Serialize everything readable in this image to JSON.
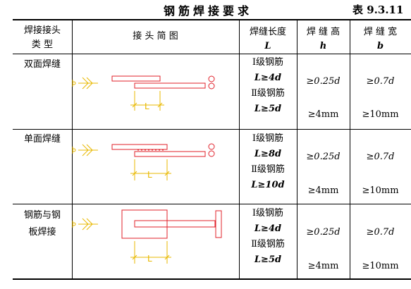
{
  "title": "钢筋焊接要求",
  "table_no": "表 9.3.11",
  "header": {
    "col1": [
      "焊接接头",
      "类    型"
    ],
    "col2": "接    头    简    图",
    "col3": [
      "焊缝长度",
      "L"
    ],
    "col4": [
      "焊 缝 高",
      "h"
    ],
    "col5": [
      "焊 缝 宽",
      "b"
    ]
  },
  "diagram_label": "L",
  "rows": [
    {
      "type": [
        "双面焊缝"
      ],
      "req": [
        "Ⅰ级钢筋",
        "L≥4d",
        "Ⅱ级钢筋",
        "L≥5d"
      ],
      "h": [
        "≥0.25d",
        "≥4mm"
      ],
      "b": [
        "≥0.7d",
        "≥10mm"
      ]
    },
    {
      "type": [
        "单面焊缝"
      ],
      "req": [
        "Ⅰ级钢筋",
        "L≥8d",
        "Ⅱ级钢筋",
        "L≥10d"
      ],
      "h": [
        "≥0.25d",
        "≥4mm"
      ],
      "b": [
        "≥0.7d",
        "≥10mm"
      ]
    },
    {
      "type": [
        "钢筋与钢",
        "板焊接"
      ],
      "req": [
        "Ⅰ级钢筋",
        "L≥4d",
        "Ⅱ级钢筋",
        "L≥5d"
      ],
      "h": [
        "≥0.25d",
        "≥4mm"
      ],
      "b": [
        "≥0.7d",
        "≥10mm"
      ]
    }
  ],
  "colors": {
    "bar": "#e0202a",
    "dimension": "#e8b800",
    "rule": "#000000"
  }
}
